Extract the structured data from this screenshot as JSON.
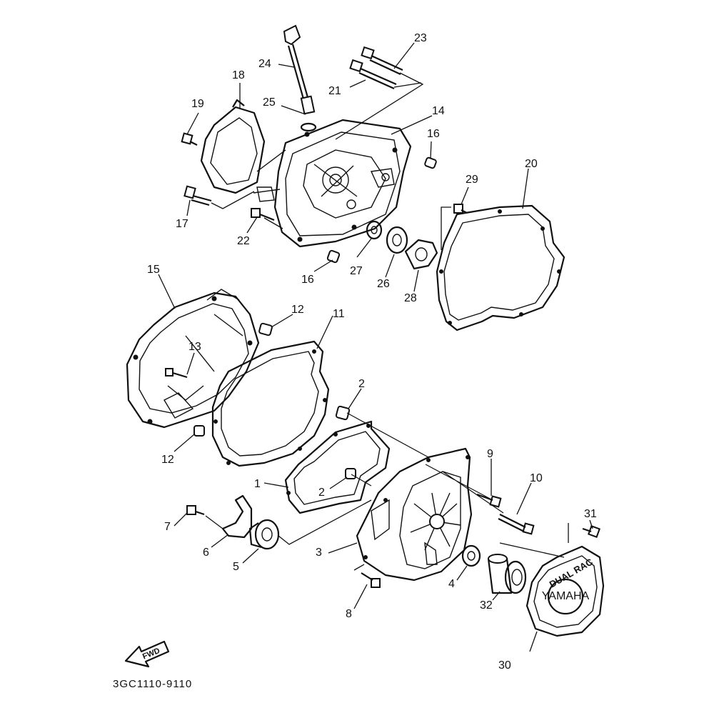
{
  "diagram": {
    "catalog_code": "3GC1110-9110",
    "fwd_label": "FWD",
    "cover_text_top": "DUAL RAC",
    "cover_text_brand": "YAMAHA",
    "callouts": {
      "c1": "1",
      "c2a": "2",
      "c2b": "2",
      "c3": "3",
      "c4": "4",
      "c5": "5",
      "c6": "6",
      "c7": "7",
      "c8": "8",
      "c9": "9",
      "c10": "10",
      "c11": "11",
      "c12a": "12",
      "c12b": "12",
      "c13": "13",
      "c14": "14",
      "c15": "15",
      "c16a": "16",
      "c16b": "16",
      "c17": "17",
      "c18": "18",
      "c19": "19",
      "c20": "20",
      "c21": "21",
      "c22": "22",
      "c23": "23",
      "c24": "24",
      "c25": "25",
      "c26": "26",
      "c27": "27",
      "c28": "28",
      "c29": "29",
      "c30": "30",
      "c31": "31",
      "c32": "32"
    }
  }
}
